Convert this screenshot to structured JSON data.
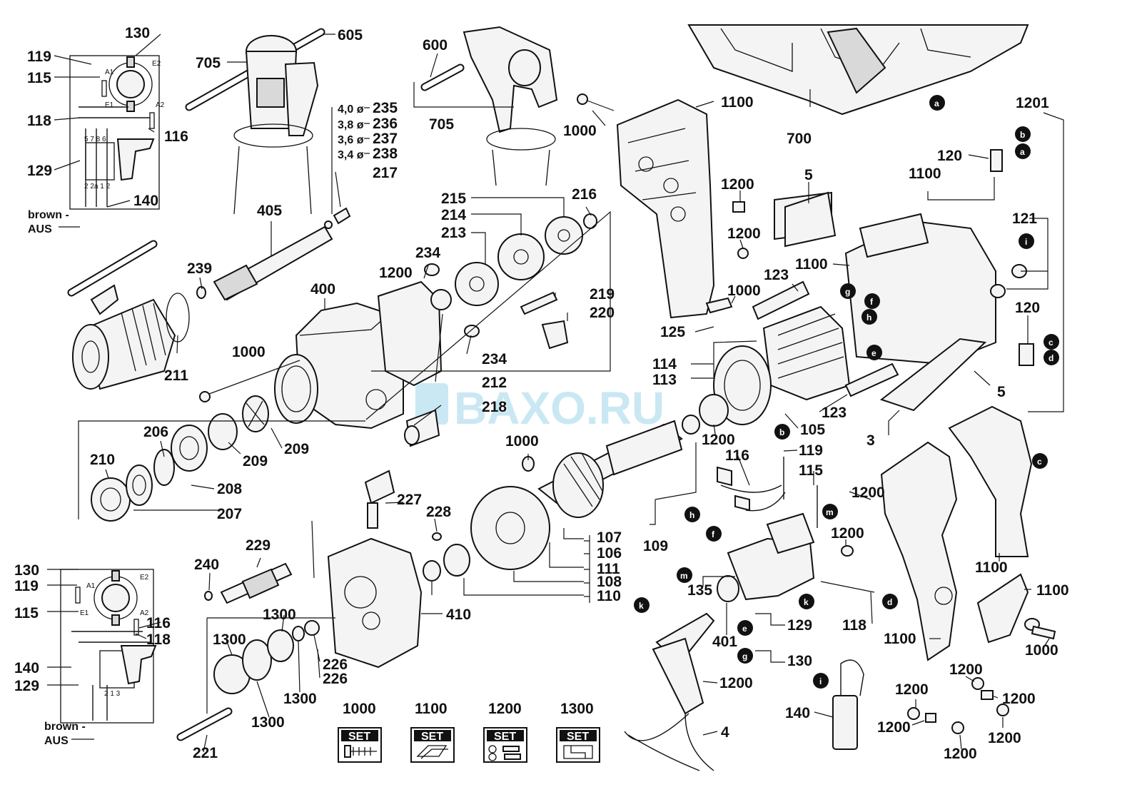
{
  "watermark": "BAXO.RU",
  "dims": {
    "d235": "4,0 ø",
    "d236": "3,8 ø",
    "d237": "3,6 ø",
    "d238": "3,4 ø"
  },
  "wiring": {
    "brown": "brown -",
    "aus": "AUS",
    "a1": "A1",
    "a2": "A2",
    "e1": "E1",
    "e2": "E2",
    "pins_top": "5 7 8 6",
    "pins_bottom": "2 2a 1 2",
    "pins_bottom2": "2 1 3"
  },
  "set_labels": {
    "s1000": "1000",
    "s1100": "1100",
    "s1200": "1200",
    "s1300": "1300",
    "set_text": "SET"
  },
  "letters": [
    "a",
    "b",
    "c",
    "d",
    "e",
    "f",
    "g",
    "h",
    "i",
    "k",
    "m"
  ],
  "labels": [
    {
      "id": "l130a",
      "text": "130"
    },
    {
      "id": "l119a",
      "text": "119"
    },
    {
      "id": "l115a",
      "text": "115"
    },
    {
      "id": "l118a",
      "text": "118"
    },
    {
      "id": "l116a",
      "text": "116"
    },
    {
      "id": "l129a",
      "text": "129"
    },
    {
      "id": "l140a",
      "text": "140"
    },
    {
      "id": "l705a",
      "text": "705"
    },
    {
      "id": "l605",
      "text": "605"
    },
    {
      "id": "l600",
      "text": "600"
    },
    {
      "id": "l705b",
      "text": "705"
    },
    {
      "id": "l235",
      "text": "235"
    },
    {
      "id": "l236",
      "text": "236"
    },
    {
      "id": "l237",
      "text": "237"
    },
    {
      "id": "l238",
      "text": "238"
    },
    {
      "id": "l217",
      "text": "217"
    },
    {
      "id": "l405",
      "text": "405"
    },
    {
      "id": "l239",
      "text": "239"
    },
    {
      "id": "l400",
      "text": "400"
    },
    {
      "id": "l211",
      "text": "211"
    },
    {
      "id": "l1000a",
      "text": "1000"
    },
    {
      "id": "l206",
      "text": "206"
    },
    {
      "id": "l210",
      "text": "210"
    },
    {
      "id": "l208",
      "text": "208"
    },
    {
      "id": "l207",
      "text": "207"
    },
    {
      "id": "l209a",
      "text": "209"
    },
    {
      "id": "l209b",
      "text": "209"
    },
    {
      "id": "l1200a",
      "text": "1200"
    },
    {
      "id": "l234a",
      "text": "234"
    },
    {
      "id": "l234b",
      "text": "234"
    },
    {
      "id": "l212",
      "text": "212"
    },
    {
      "id": "l218",
      "text": "218"
    },
    {
      "id": "l215",
      "text": "215"
    },
    {
      "id": "l214",
      "text": "214"
    },
    {
      "id": "l213",
      "text": "213"
    },
    {
      "id": "l216",
      "text": "216"
    },
    {
      "id": "l219",
      "text": "219"
    },
    {
      "id": "l220",
      "text": "220"
    },
    {
      "id": "l1000b",
      "text": "1000"
    },
    {
      "id": "l1100a",
      "text": "1100"
    },
    {
      "id": "l1200b",
      "text": "1200"
    },
    {
      "id": "l1200c",
      "text": "1200"
    },
    {
      "id": "l1000c",
      "text": "1000"
    },
    {
      "id": "l125",
      "text": "125"
    },
    {
      "id": "l700",
      "text": "700"
    },
    {
      "id": "l1201",
      "text": "1201"
    },
    {
      "id": "l120a",
      "text": "120"
    },
    {
      "id": "l1100b",
      "text": "1100"
    },
    {
      "id": "l5a",
      "text": "5"
    },
    {
      "id": "l121",
      "text": "121"
    },
    {
      "id": "l1100c",
      "text": "1100"
    },
    {
      "id": "l123a",
      "text": "123"
    },
    {
      "id": "l120b",
      "text": "120"
    },
    {
      "id": "l114",
      "text": "114"
    },
    {
      "id": "l113",
      "text": "113"
    },
    {
      "id": "l123b",
      "text": "123"
    },
    {
      "id": "l105",
      "text": "105"
    },
    {
      "id": "l5b",
      "text": "5"
    },
    {
      "id": "l3",
      "text": "3"
    },
    {
      "id": "l1200d",
      "text": "1200"
    },
    {
      "id": "l1000d",
      "text": "1000"
    },
    {
      "id": "l227",
      "text": "227"
    },
    {
      "id": "l228",
      "text": "228"
    },
    {
      "id": "l116b",
      "text": "116"
    },
    {
      "id": "l119b",
      "text": "119"
    },
    {
      "id": "l115b",
      "text": "115"
    },
    {
      "id": "l109",
      "text": "109"
    },
    {
      "id": "l107",
      "text": "107"
    },
    {
      "id": "l106",
      "text": "106"
    },
    {
      "id": "l111",
      "text": "111"
    },
    {
      "id": "l108",
      "text": "108"
    },
    {
      "id": "l110",
      "text": "110"
    },
    {
      "id": "l1200e",
      "text": "1200"
    },
    {
      "id": "l1200f",
      "text": "1200"
    },
    {
      "id": "l1100d",
      "text": "1100"
    },
    {
      "id": "l1100e",
      "text": "1100"
    },
    {
      "id": "l1100f",
      "text": "1100"
    },
    {
      "id": "l1000e",
      "text": "1000"
    },
    {
      "id": "l135",
      "text": "135"
    },
    {
      "id": "l401",
      "text": "401"
    },
    {
      "id": "l129b",
      "text": "129"
    },
    {
      "id": "l130b",
      "text": "130"
    },
    {
      "id": "l118b",
      "text": "118"
    },
    {
      "id": "l1200g",
      "text": "1200"
    },
    {
      "id": "l4",
      "text": "4"
    },
    {
      "id": "l140b",
      "text": "140"
    },
    {
      "id": "l1200h",
      "text": "1200"
    },
    {
      "id": "l1200i",
      "text": "1200"
    },
    {
      "id": "l1200j",
      "text": "1200"
    },
    {
      "id": "l1200k",
      "text": "1200"
    },
    {
      "id": "l1200l",
      "text": "1200"
    },
    {
      "id": "l1200m",
      "text": "1200"
    },
    {
      "id": "l410",
      "text": "410"
    },
    {
      "id": "l240",
      "text": "240"
    },
    {
      "id": "l229",
      "text": "229"
    },
    {
      "id": "l1300a",
      "text": "1300"
    },
    {
      "id": "l1300b",
      "text": "1300"
    },
    {
      "id": "l226a",
      "text": "226"
    },
    {
      "id": "l226b",
      "text": "226"
    },
    {
      "id": "l1300c",
      "text": "1300"
    },
    {
      "id": "l1300d",
      "text": "1300"
    },
    {
      "id": "l221",
      "text": "221"
    },
    {
      "id": "l130c",
      "text": "130"
    },
    {
      "id": "l119c",
      "text": "119"
    },
    {
      "id": "l115c",
      "text": "115"
    },
    {
      "id": "l116c",
      "text": "116"
    },
    {
      "id": "l118c",
      "text": "118"
    },
    {
      "id": "l140c",
      "text": "140"
    },
    {
      "id": "l129c",
      "text": "129"
    }
  ]
}
